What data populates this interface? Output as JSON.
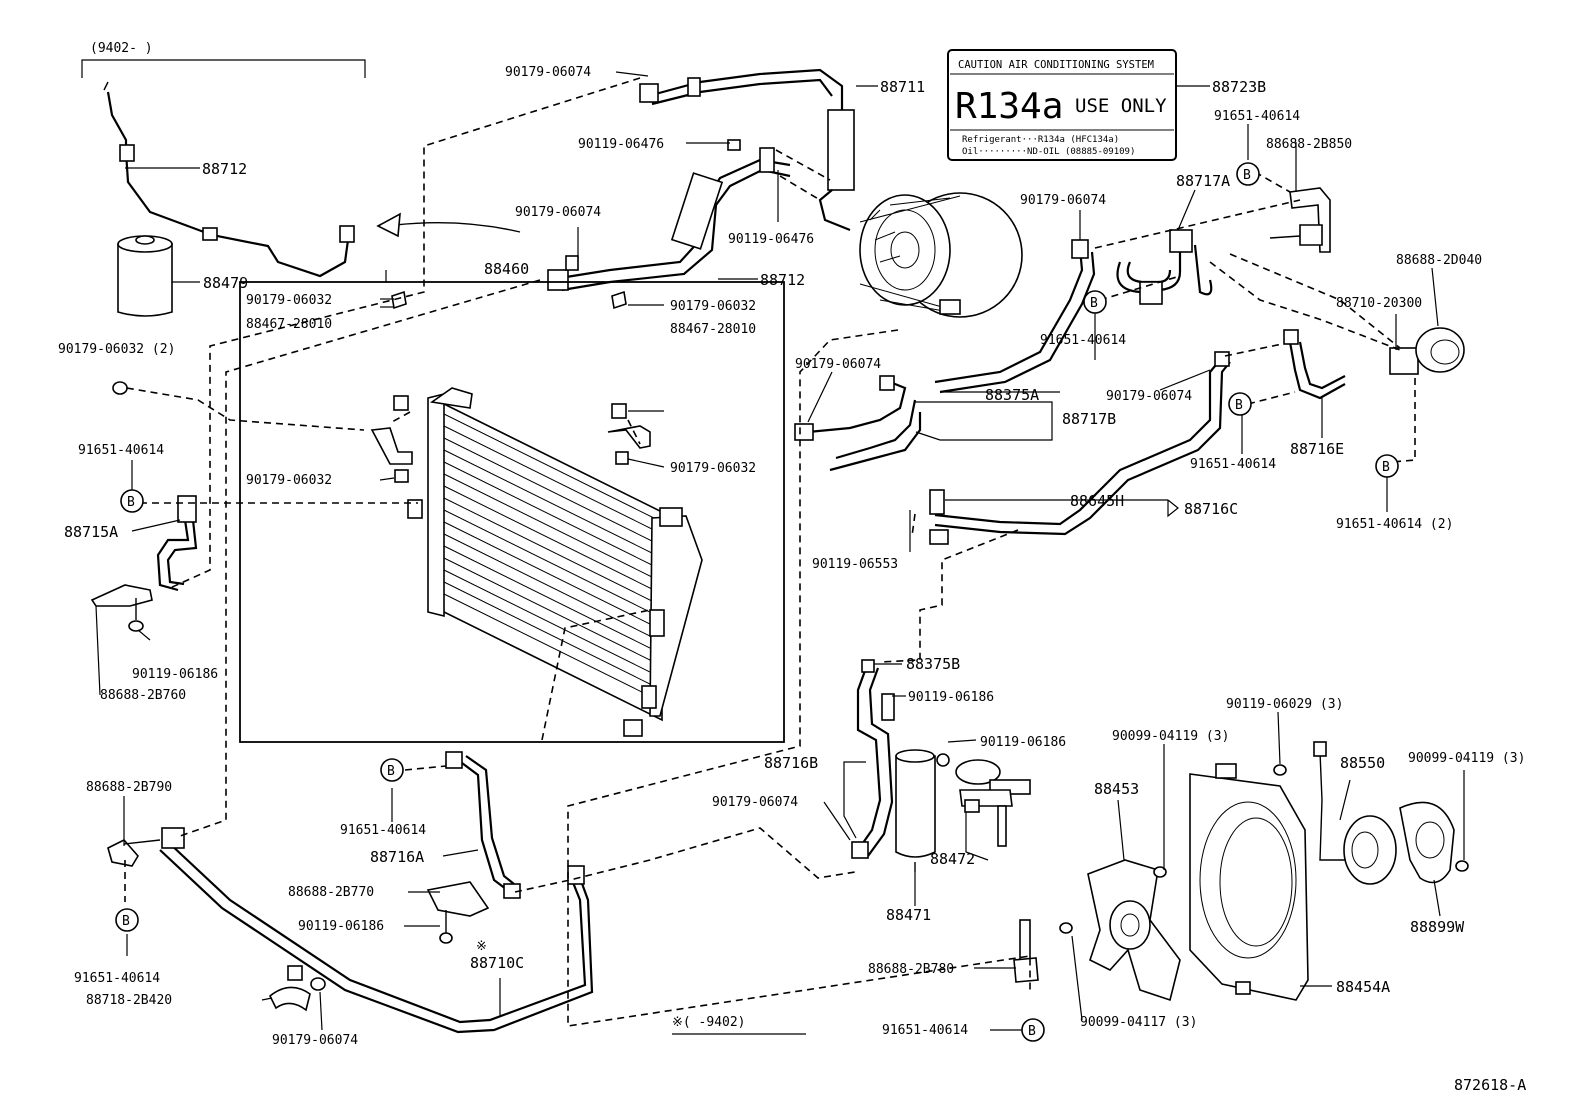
{
  "diagram": {
    "top_bracket_label": "(9402-      )",
    "bottom_note": "※(     -9402)",
    "doc_number": "872618-A",
    "caution_label": {
      "header": "CAUTION  AIR CONDITIONING SYSTEM",
      "big": "R134a",
      "use_only": "USE ONLY",
      "line1": "Refrigerant···R134a (HFC134a)",
      "line2": "Oil·········ND-OIL (08885-09109)"
    },
    "bolt_symbol": "B",
    "part_labels": [
      "88712",
      "88479",
      "90179-06032 (2)",
      "90179-06074",
      "88711",
      "90119-06476",
      "90179-06074",
      "90119-06476",
      "88712",
      "88723B",
      "91651-40614",
      "88688-2B850",
      "88717A",
      "90179-06074",
      "91651-40614",
      "88688-2D040",
      "88710-20300",
      "90179-06074",
      "88375A",
      "88717B",
      "90179-06074",
      "91651-40614",
      "88716E",
      "91651-40614 (2)",
      "88460",
      "90179-06032",
      "88467-28010",
      "90179-06032",
      "90179-06032",
      "88467-28010",
      "90179-06032",
      "91651-40614",
      "88715A",
      "90119-06186",
      "88688-2B760",
      "88645H",
      "88716C",
      "90119-06553",
      "88375B",
      "90119-06186",
      "90119-06186",
      "88716B",
      "90179-06074",
      "88472",
      "88471",
      "88688-2B790",
      "91651-40614",
      "88716A",
      "88688-2B770",
      "90119-06186",
      "88710C",
      "91651-40614",
      "88718-2B420",
      "90179-06074",
      "88688-2B780",
      "91651-40614",
      "90119-06029 (3)",
      "90099-04119 (3)",
      "88453",
      "88550",
      "90099-04119 (3)",
      "88899W",
      "90099-04117 (3)",
      "88454A"
    ]
  }
}
